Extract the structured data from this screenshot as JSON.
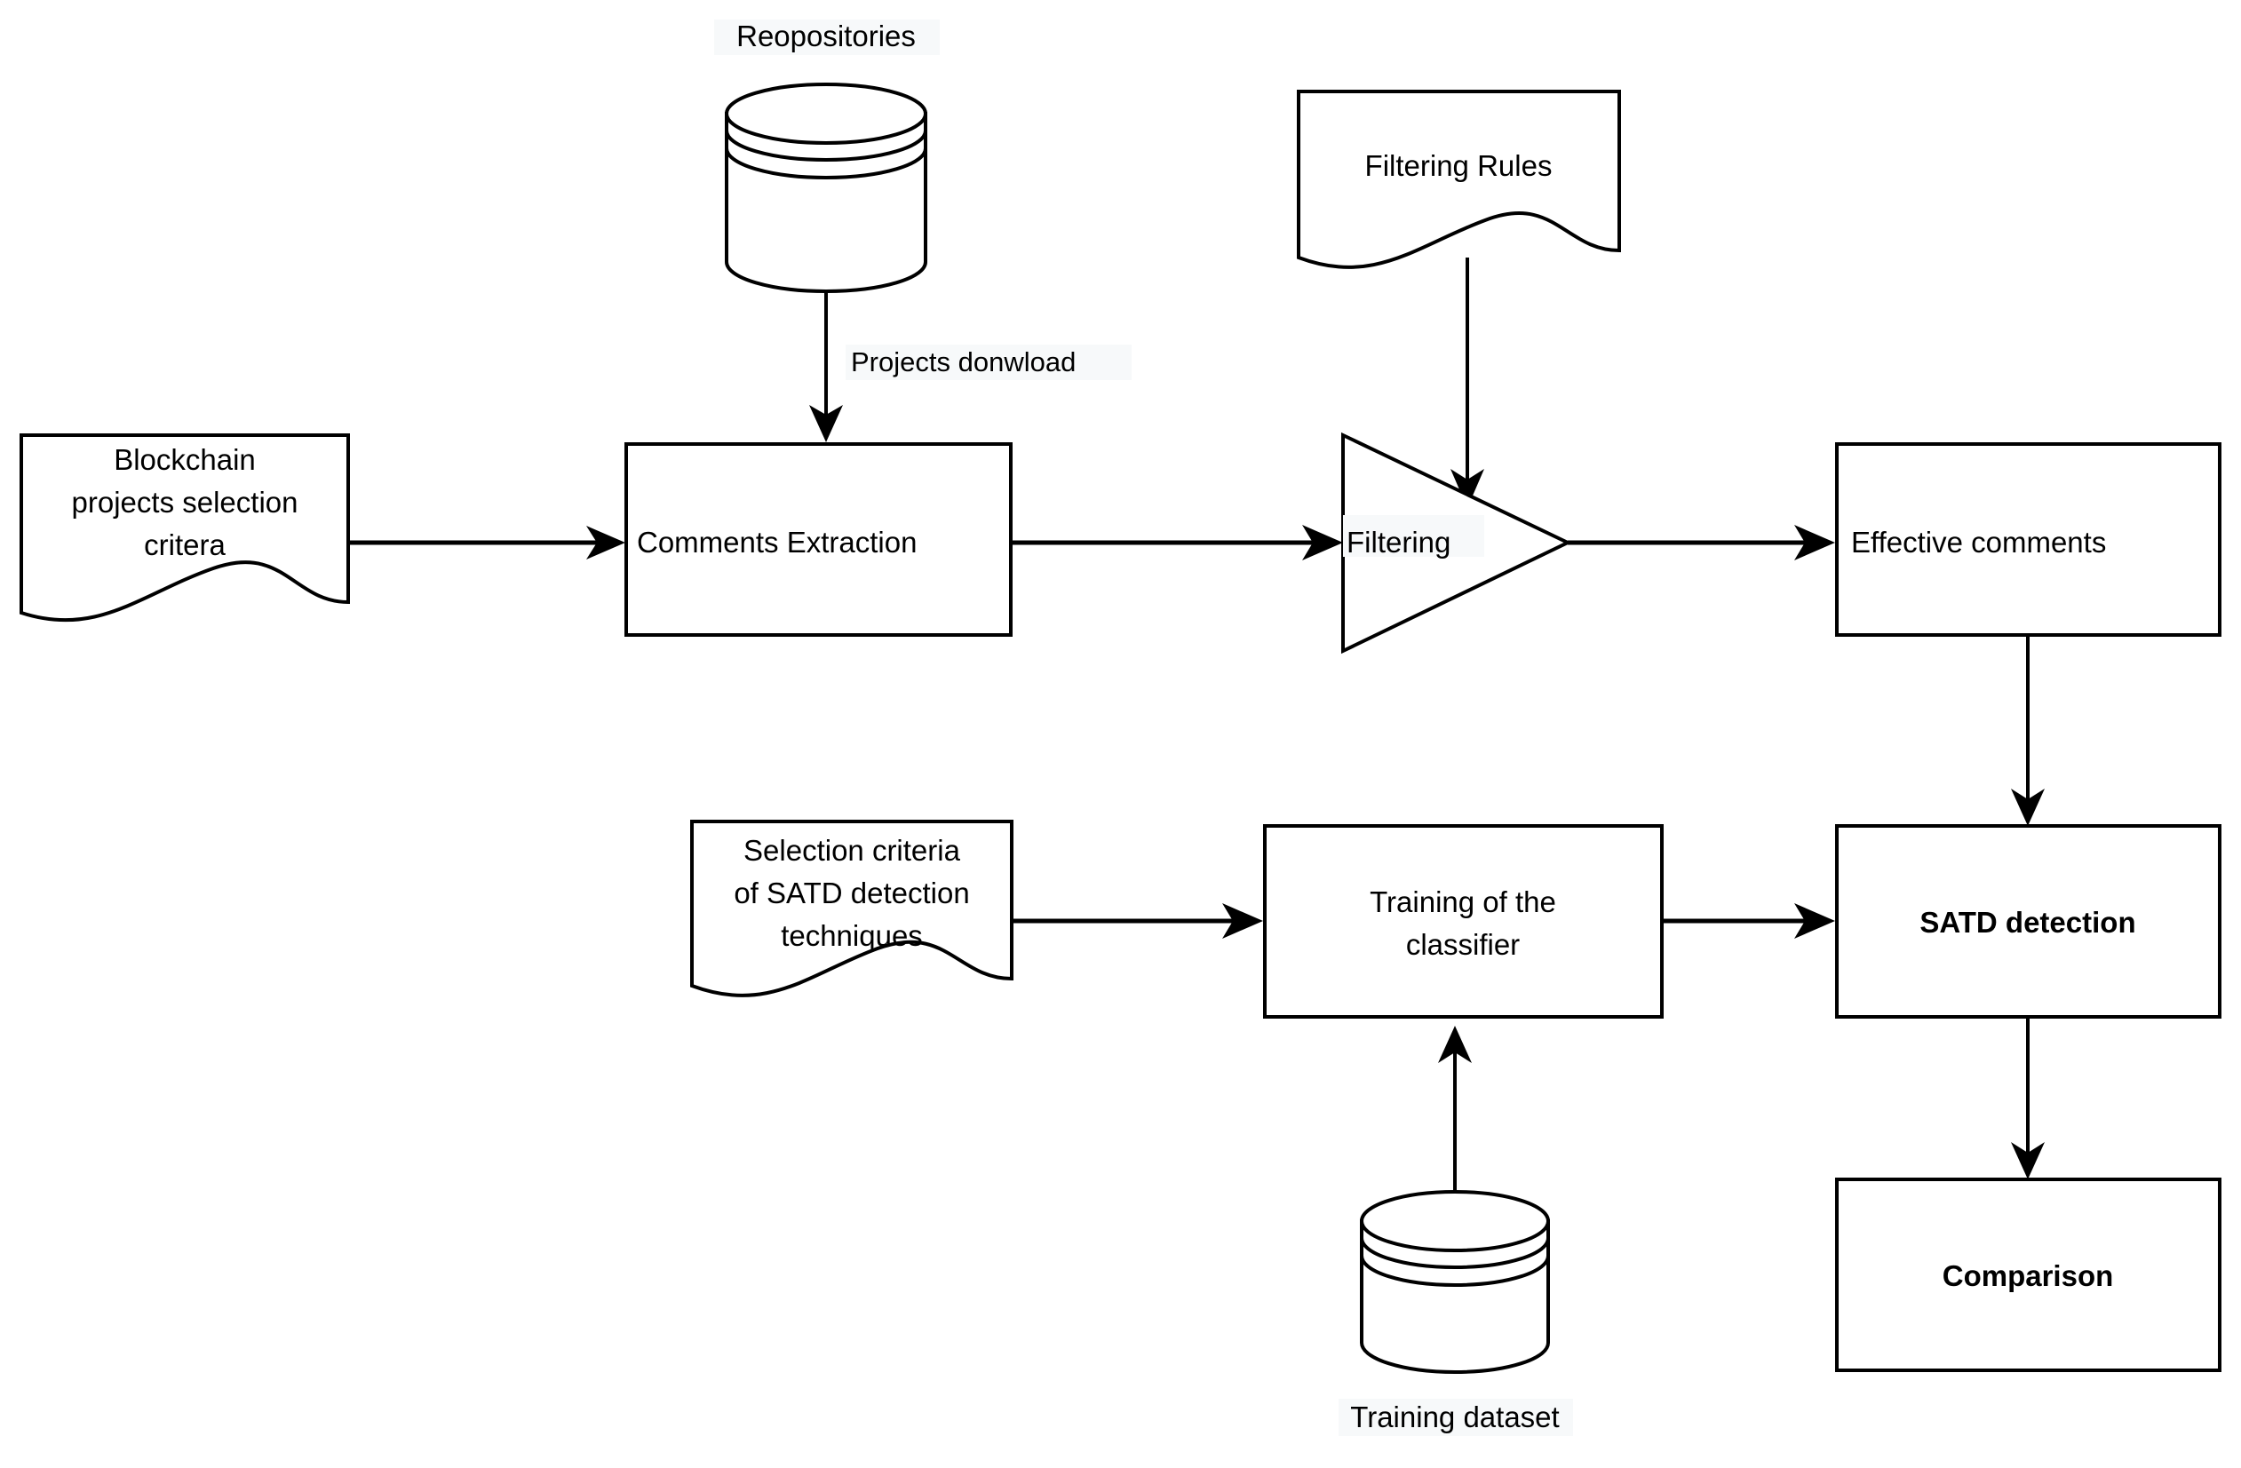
{
  "diagram": {
    "title": "SATD detection process flowchart",
    "background_color": "#ffffff",
    "stroke_color": "#000000",
    "label_highlight_color": "#f7f9fa",
    "nodes": {
      "repositories": {
        "label": "Reopositories",
        "shape": "cylinder-database"
      },
      "blockchain_criteria": {
        "label_line1": "Blockchain",
        "label_line2": "projects selection",
        "label_line3": "critera",
        "shape": "document"
      },
      "comments_extraction": {
        "label": "Comments Extraction",
        "shape": "rectangle"
      },
      "filtering_rules": {
        "label": "Filtering Rules",
        "shape": "document"
      },
      "filtering": {
        "label": "Filtering",
        "shape": "triangle-right"
      },
      "effective_comments": {
        "label": "Effective comments",
        "shape": "rectangle"
      },
      "selection_criteria": {
        "label_line1": "Selection criteria",
        "label_line2": "of SATD detection",
        "label_line3": "techniques",
        "shape": "document"
      },
      "training_classifier": {
        "label_line1": "Training of the",
        "label_line2": "classifier",
        "shape": "rectangle"
      },
      "training_dataset": {
        "label": "Training dataset",
        "shape": "cylinder-database"
      },
      "satd_detection": {
        "label": "SATD detection",
        "shape": "rectangle",
        "bold": true
      },
      "comparison": {
        "label": "Comparison",
        "shape": "rectangle",
        "bold": true
      }
    },
    "edges": [
      {
        "id": "repositories-to-comments-extraction",
        "from": "repositories",
        "to": "comments_extraction",
        "label": "Projects donwload"
      },
      {
        "id": "blockchain-criteria-to-comments-extraction",
        "from": "blockchain_criteria",
        "to": "comments_extraction",
        "label": ""
      },
      {
        "id": "comments-extraction-to-filtering",
        "from": "comments_extraction",
        "to": "filtering",
        "label": ""
      },
      {
        "id": "filtering-rules-to-filtering",
        "from": "filtering_rules",
        "to": "filtering",
        "label": ""
      },
      {
        "id": "filtering-to-effective-comments",
        "from": "filtering",
        "to": "effective_comments",
        "label": ""
      },
      {
        "id": "effective-comments-to-satd-detection",
        "from": "effective_comments",
        "to": "satd_detection",
        "label": ""
      },
      {
        "id": "selection-criteria-to-training",
        "from": "selection_criteria",
        "to": "training_classifier",
        "label": ""
      },
      {
        "id": "training-dataset-to-training",
        "from": "training_dataset",
        "to": "training_classifier",
        "label": ""
      },
      {
        "id": "training-to-satd-detection",
        "from": "training_classifier",
        "to": "satd_detection",
        "label": ""
      },
      {
        "id": "satd-detection-to-comparison",
        "from": "satd_detection",
        "to": "comparison",
        "label": ""
      }
    ]
  }
}
